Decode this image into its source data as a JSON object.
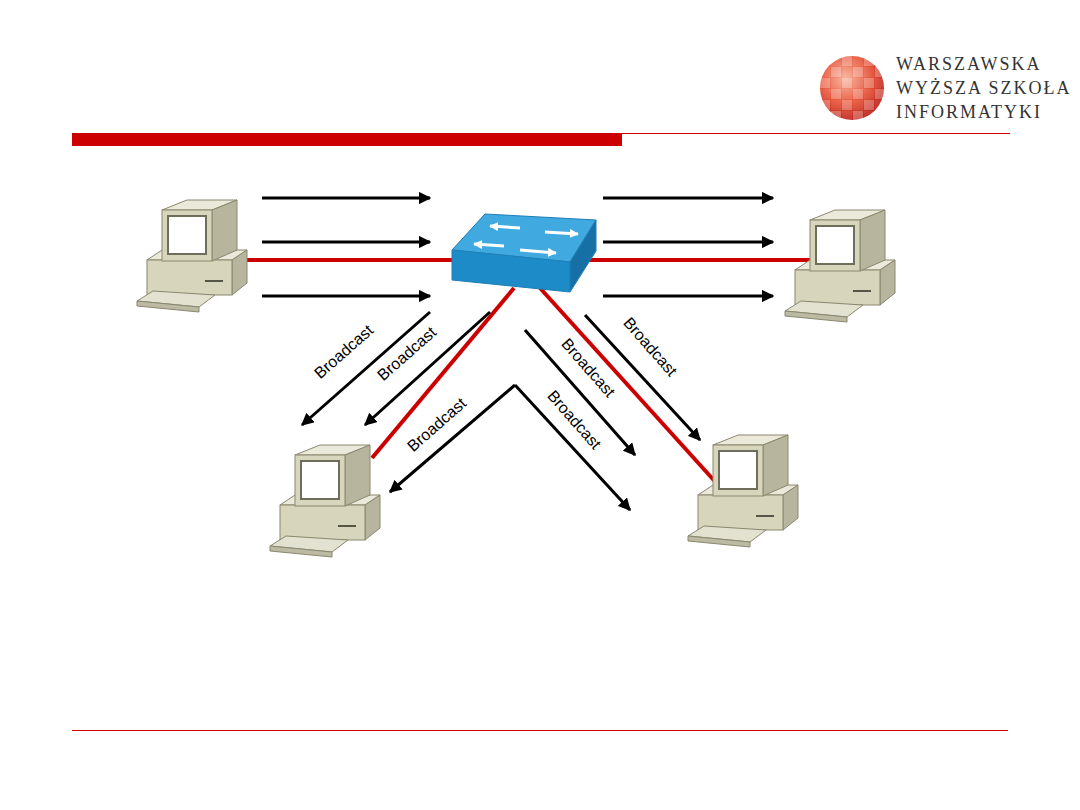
{
  "diagram": {
    "labels": [
      "WARSZAWSKA",
      "WYŻSZA SZKOŁA",
      "INFORMATYKI",
      "Broadcast",
      "Broadcast",
      "Broadcast",
      "Broadcast",
      "Broadcast",
      "Broadcast"
    ]
  }
}
